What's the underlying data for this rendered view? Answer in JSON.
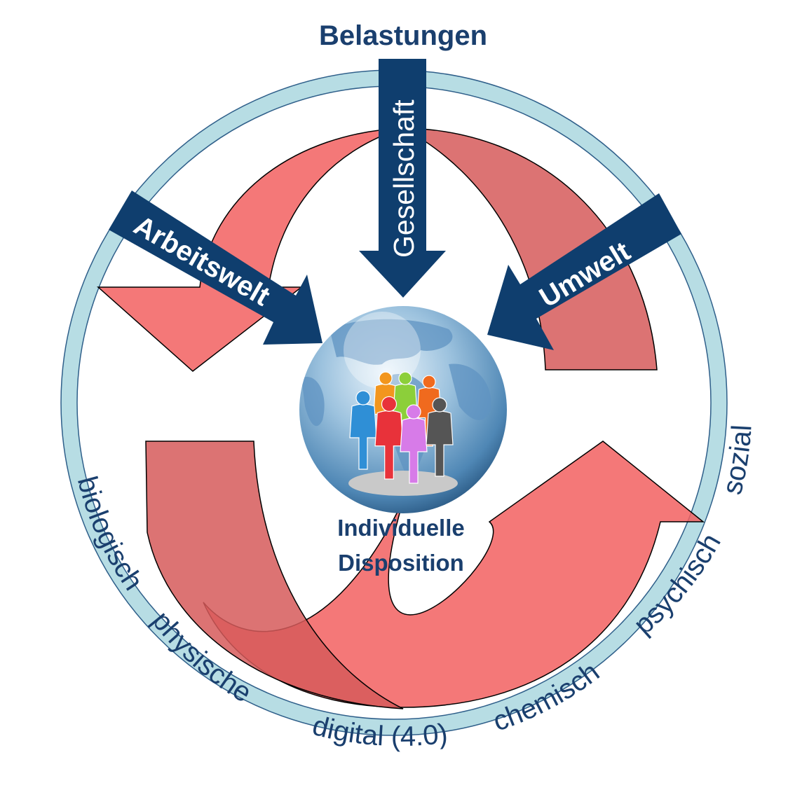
{
  "diagram": {
    "title": "Belastungen",
    "factors": {
      "arbeitswelt": "Arbeitswelt",
      "gesellschaft": "Gesellschaft",
      "umwelt": "Umwelt"
    },
    "center": {
      "line1": "Individuelle",
      "line2": "Disposition"
    },
    "ring_items": [
      "biologisch",
      "physische",
      "digital (4.0)",
      "chemisch",
      "psychisch",
      "sozial"
    ],
    "colors": {
      "ring_fill": "#b7dde4",
      "ring_stroke": "#2f5f8a",
      "text_navy": "#1a3f6e",
      "arrow_navy": "#0f3e6e",
      "cycle_red": "#f26060",
      "cycle_red_dark": "#d65a5a",
      "person_colors": [
        "#2f8fd6",
        "#f2961e",
        "#8ccf3a",
        "#f06a1e",
        "#e8323a",
        "#d77be8",
        "#555555"
      ]
    }
  }
}
